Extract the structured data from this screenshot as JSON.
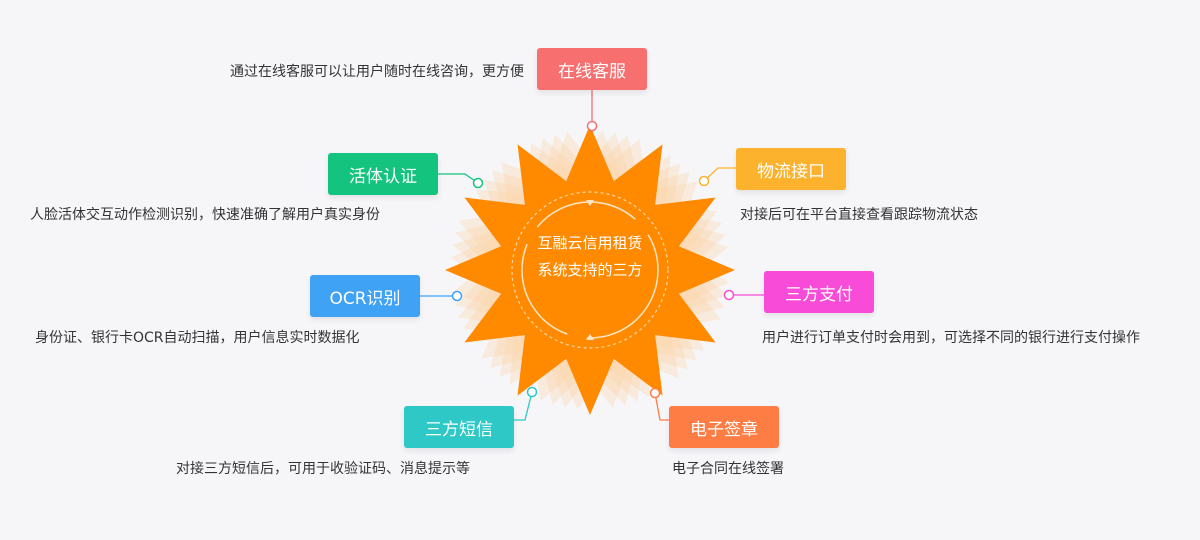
{
  "center": {
    "line1": "互融云信用租赁",
    "line2": "系统支持的三方"
  },
  "colors": {
    "sun_main": "#ff8a00",
    "sun_shadow": "#fbd3a6"
  },
  "nodes": [
    {
      "id": "online-service",
      "label": "在线客服",
      "desc": "通过在线客服可以让用户随时在线咨询，更方便",
      "color": "#f76f6f"
    },
    {
      "id": "liveness-auth",
      "label": "活体认证",
      "desc": "人脸活体交互动作检测识别，快速准确了解用户真实身份",
      "color": "#14c47e"
    },
    {
      "id": "ocr",
      "label": "OCR识别",
      "desc": "身份证、银行卡OCR自动扫描，用户信息实时数据化",
      "color": "#3fa2f5"
    },
    {
      "id": "third-sms",
      "label": "三方短信",
      "desc": "对接三方短信后，可用于收验证码、消息提示等",
      "color": "#2ec9c6"
    },
    {
      "id": "e-signature",
      "label": "电子签章",
      "desc": "电子合同在线签署",
      "color": "#fe7d45"
    },
    {
      "id": "third-pay",
      "label": "三方支付",
      "desc": "用户进行订单支付时会用到，可选择不同的银行进行支付操作",
      "color": "#f74bd8"
    },
    {
      "id": "logistics-api",
      "label": "物流接口",
      "desc": "对接后可在平台直接查看跟踪物流状态",
      "color": "#fcb22c"
    }
  ]
}
